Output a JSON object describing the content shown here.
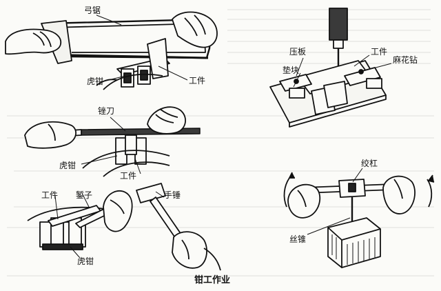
{
  "labels": {
    "saw": "弓锯",
    "workpiece_saw": "工件",
    "vise_saw": "虎钳",
    "file": "锉刀",
    "vise_file": "虎钳",
    "workpiece_file": "工件",
    "workpiece_chisel": "工件",
    "chisel": "錾子",
    "hammer": "手锤",
    "vise_chisel": "虎钳",
    "pressure_plate": "压板",
    "workpiece_drill": "工件",
    "twist_drill": "麻花钻",
    "spacer_block": "垫块",
    "tap_wrench": "绞杠",
    "tap": "丝锥"
  },
  "caption": "钳工作业",
  "colors": {
    "ink": "#111111",
    "paper": "#fbfbf8",
    "shade": "#3a3a3a"
  }
}
